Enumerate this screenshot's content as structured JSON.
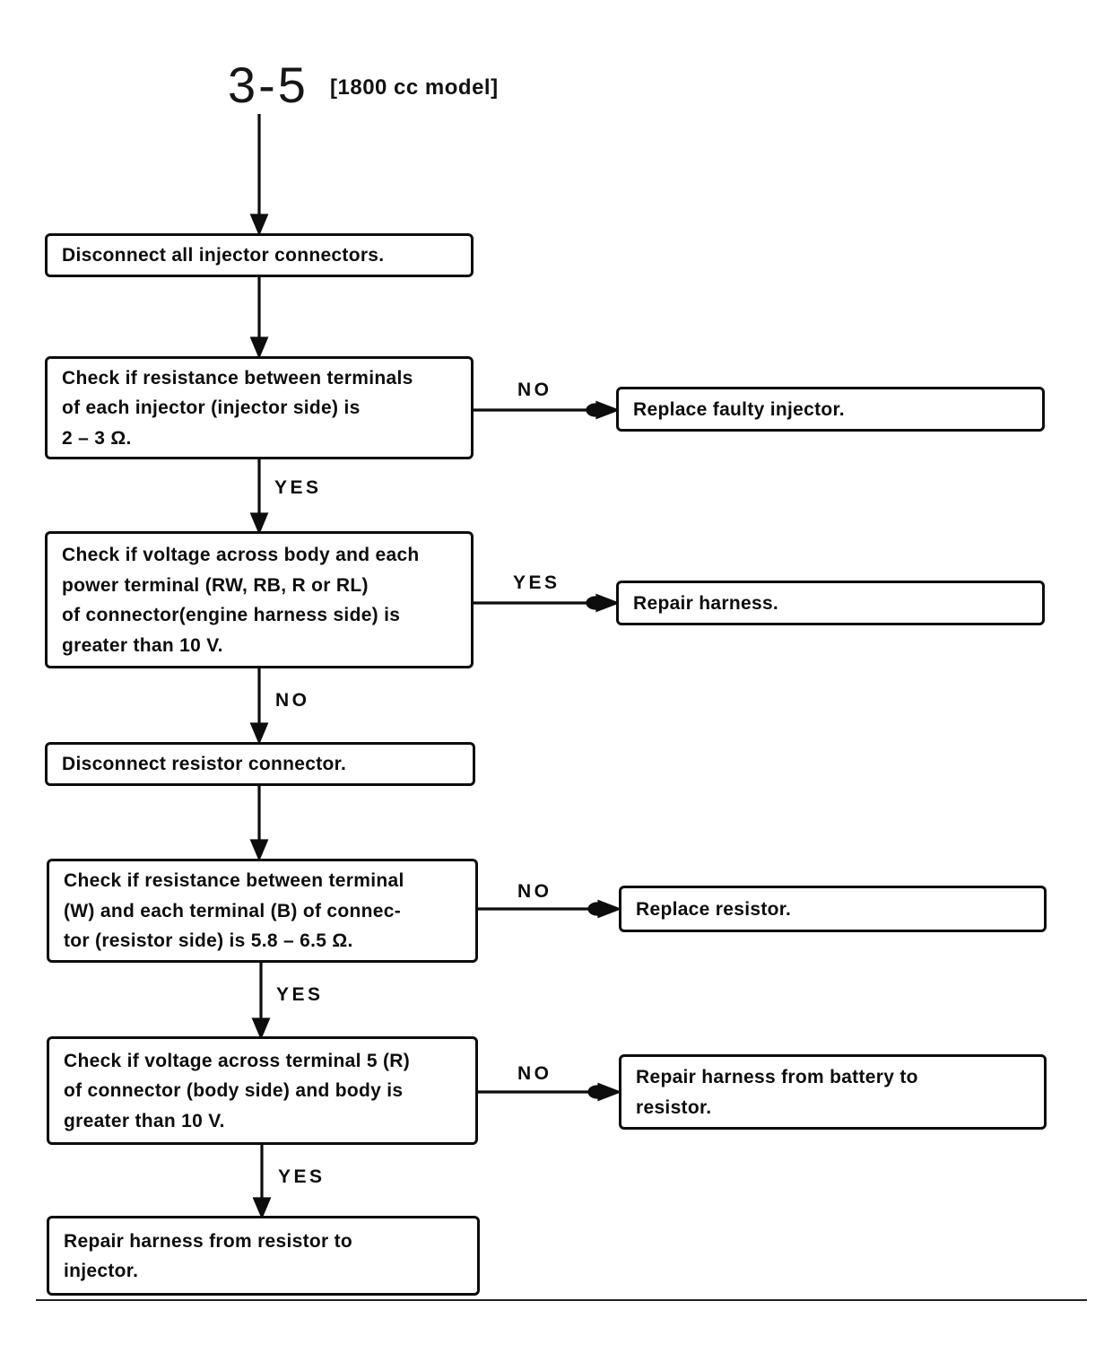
{
  "title": {
    "section": "3-5",
    "model": "[1800 cc model]"
  },
  "nodes": {
    "disconnect_injectors": [
      "Disconnect all injector connectors."
    ],
    "check_injector_resistance": [
      "Check if resistance between terminals",
      "of each injector (injector side) is",
      "2 – 3 Ω."
    ],
    "replace_faulty_injector": [
      "Replace faulty injector."
    ],
    "check_power_voltage": [
      "Check if voltage across body and each",
      "power terminal (RW, RB, R or RL)",
      "of connector(engine harness side) is",
      "greater than 10 V."
    ],
    "repair_harness": [
      "Repair harness."
    ],
    "disconnect_resistor": [
      "Disconnect resistor connector."
    ],
    "check_resistor_resistance": [
      "Check if resistance between terminal",
      "(W) and each terminal (B) of connec-",
      "tor (resistor side) is 5.8 – 6.5 Ω."
    ],
    "replace_resistor": [
      "Replace resistor."
    ],
    "check_terminal5_voltage": [
      "Check if voltage across terminal 5 (R)",
      "of connector (body side) and body is",
      "greater than 10 V."
    ],
    "repair_harness_battery_to_resistor": [
      "Repair harness from battery to",
      "resistor."
    ],
    "repair_harness_resistor_to_injector": [
      "Repair harness from resistor to",
      "injector."
    ]
  },
  "branch_labels": {
    "injector_resistance_no": "NO",
    "injector_resistance_yes": "YES",
    "power_voltage_yes": "YES",
    "power_voltage_no": "NO",
    "resistor_resistance_no": "NO",
    "resistor_resistance_yes": "YES",
    "terminal5_voltage_no": "NO",
    "terminal5_voltage_yes": "YES"
  },
  "colors": {
    "ink": "#0d0d0d",
    "paper": "#ffffff"
  }
}
